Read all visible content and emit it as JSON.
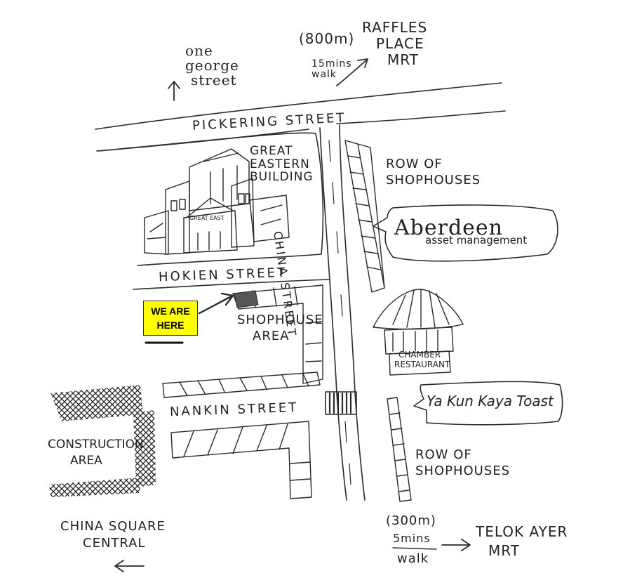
{
  "labels": {
    "one_george": [
      "one",
      "george",
      "street"
    ],
    "raffles_distance": "(800m)",
    "raffles_walk": [
      "15mins",
      "walk"
    ],
    "raffles": [
      "RAFFLES",
      "PLACE",
      "MRT"
    ],
    "pickering": "PICKERING STREET",
    "great_eastern": [
      "GREAT",
      "EASTERN",
      "BUILDING"
    ],
    "great_eastern_sign": "GREAT EAST",
    "china_street": "CHINA STREET",
    "row_shophouses_top": [
      "ROW OF",
      "SHOPHOUSES"
    ],
    "aberdeen": [
      "Aberdeen",
      "asset management"
    ],
    "hokien": "HOKIEN STREET",
    "we_are_here": [
      "WE ARE",
      "HERE"
    ],
    "shophouse_area": [
      "SHOPHOUSE",
      "AREA"
    ],
    "chamber": [
      "CHAMBER",
      "RESTAURANT"
    ],
    "ya_kun": "Ya Kun Kaya Toast",
    "nankin": "NANKIN STREET",
    "construction": [
      "CONSTRUCTION",
      "AREA"
    ],
    "row_shophouses_bottom": [
      "ROW OF",
      "SHOPHOUSES"
    ],
    "china_square": [
      "CHINA SQUARE",
      "CENTRAL"
    ],
    "telok_distance": "(300m)",
    "telok_walk": [
      "5mins",
      "walk"
    ],
    "telok": [
      "TELOK AYER",
      "MRT"
    ]
  },
  "colors": {
    "ink": "#222222",
    "highlight": "#ffff00"
  }
}
